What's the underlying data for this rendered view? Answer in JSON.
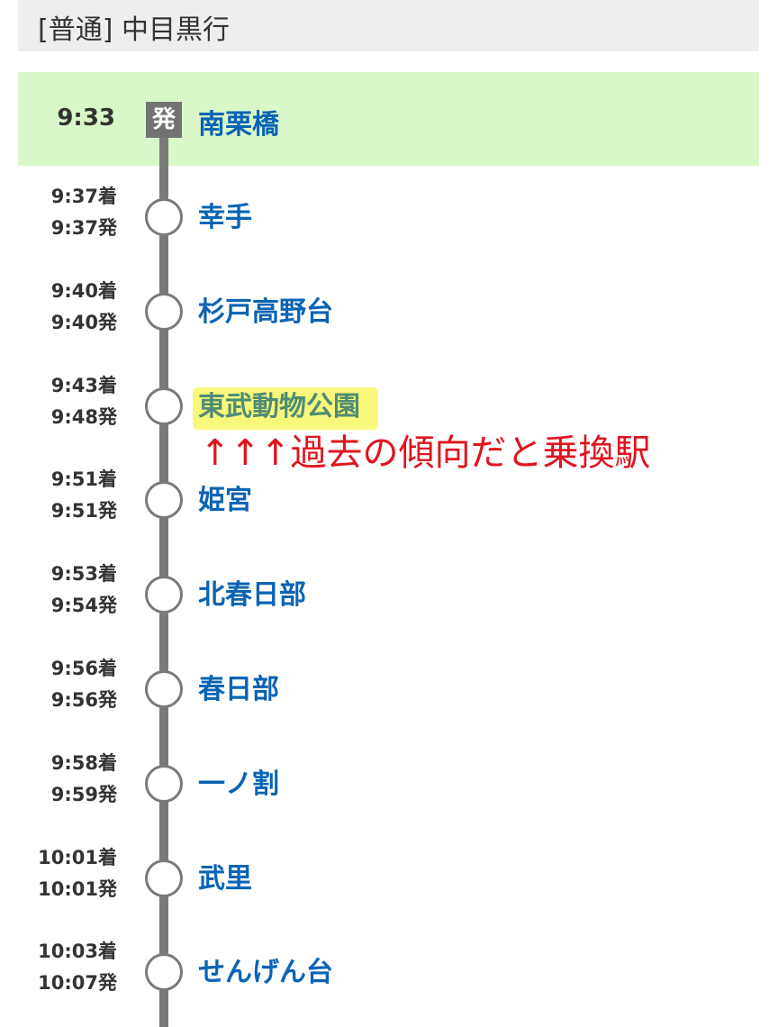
{
  "header": {
    "title": "[普通]  中目黒行"
  },
  "origin": {
    "time": "9:33",
    "badge": "発",
    "station": "南栗橋"
  },
  "stops": [
    {
      "arr": "9:37着",
      "dep": "9:37発",
      "station": "幸手"
    },
    {
      "arr": "9:40着",
      "dep": "9:40発",
      "station": "杉戸高野台"
    },
    {
      "arr": "9:43着",
      "dep": "9:48発",
      "station": "東武動物公園"
    },
    {
      "arr": "9:51着",
      "dep": "9:51発",
      "station": "姫宮"
    },
    {
      "arr": "9:53着",
      "dep": "9:54発",
      "station": "北春日部"
    },
    {
      "arr": "9:56着",
      "dep": "9:56発",
      "station": "春日部"
    },
    {
      "arr": "9:58着",
      "dep": "9:59発",
      "station": "一ノ割"
    },
    {
      "arr": "10:01着",
      "dep": "10:01発",
      "station": "武里"
    },
    {
      "arr": "10:03着",
      "dep": "10:07発",
      "station": "せんげん台"
    }
  ],
  "annotation": "↑↑↑過去の傾向だと乗換駅"
}
